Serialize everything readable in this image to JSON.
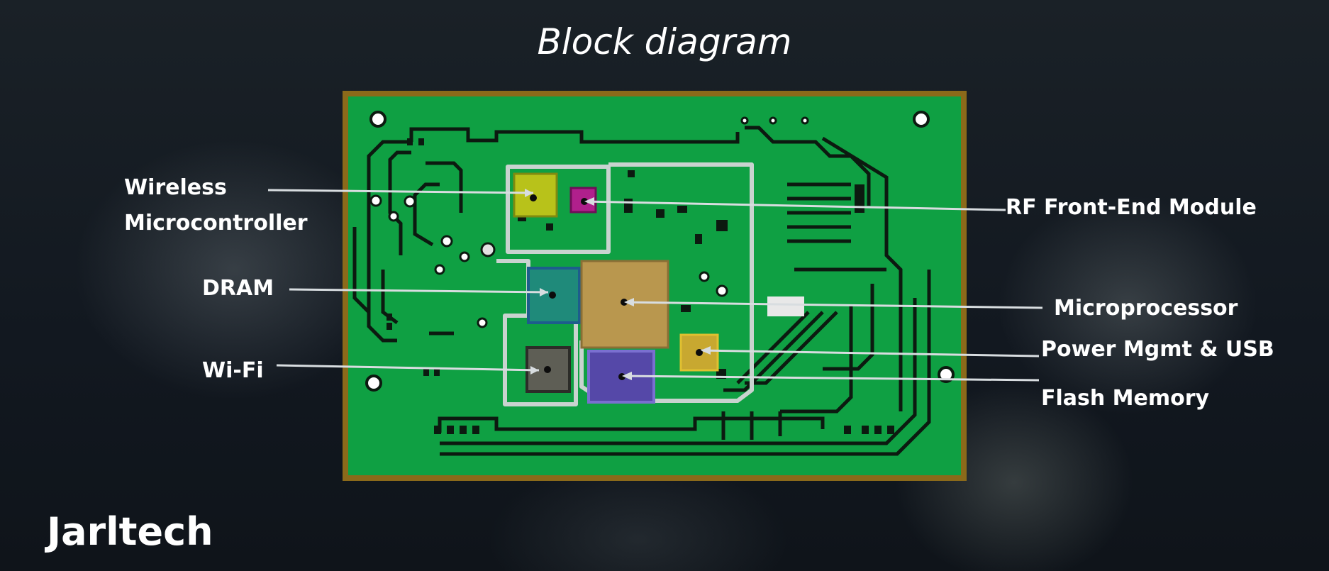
{
  "title": "Block diagram",
  "brand": "Jarltech",
  "labels": {
    "wireless_mcu_line1": "Wireless",
    "wireless_mcu_line2": "Microcontroller",
    "dram": "DRAM",
    "wifi": "Wi-Fi",
    "rf_front_end": "RF Front-End Module",
    "microprocessor": "Microprocessor",
    "power_mgmt": "Power Mgmt & USB",
    "flash_memory": "Flash Memory"
  },
  "colors": {
    "board": "#0fa043",
    "board_edge": "#8b6a1a",
    "trace": "#0c1a10",
    "silkscreen": "#c9d3cf",
    "wireless_mcu_chip": "#b8c21a",
    "rf_chip": "#b0208c",
    "dram_chip": "#1f8a7a",
    "microprocessor_chip": "#b9974e",
    "wifi_chip": "#5e5e55",
    "flash_chip": "#5548a8",
    "power_chip": "#c8a830",
    "pointer": "#d8dde0"
  }
}
